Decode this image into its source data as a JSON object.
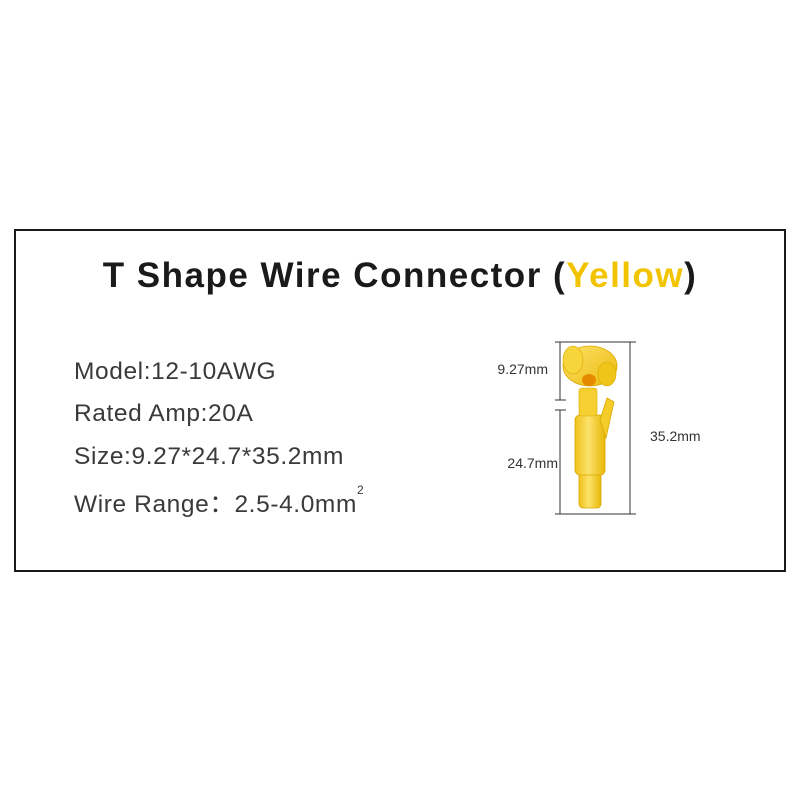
{
  "title": {
    "prefix": "T Shape Wire Connector (",
    "accent": "Yellow",
    "suffix": ")"
  },
  "specs": {
    "model": "Model:12-10AWG",
    "rated_amp": "Rated Amp:20A",
    "size": "Size:9.27*24.7*35.2mm",
    "wire_range": "Wire Range：2.5-4.0mm",
    "wire_range_sup": "2"
  },
  "dimensions": {
    "top": "9.27mm",
    "body": "24.7mm",
    "total": "35.2mm"
  },
  "colors": {
    "accent": "#f2c400",
    "connector": "#f7d531",
    "frame": "#1a1a1a",
    "text": "#3a3a3a"
  }
}
